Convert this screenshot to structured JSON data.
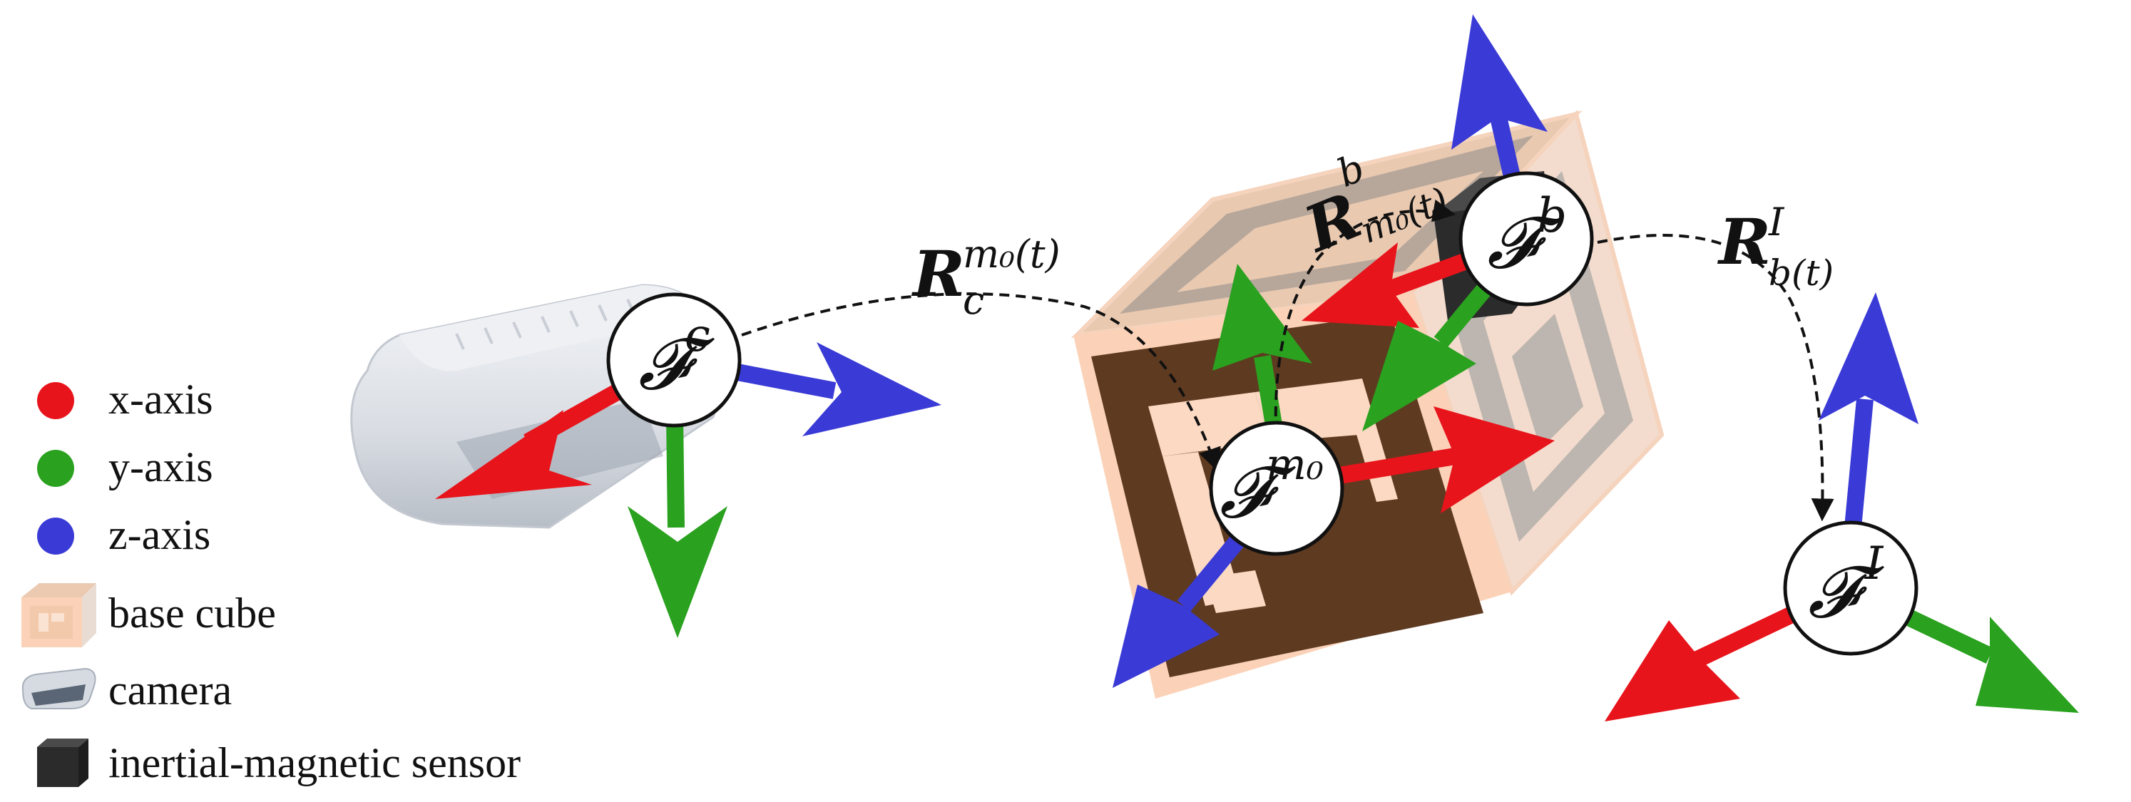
{
  "colors": {
    "x_axis": "#e8141b",
    "y_axis": "#2aa11f",
    "z_axis": "#3a3ad6",
    "cube_face": "#fbd9c2",
    "cube_dark": "#5e3a21",
    "sensor": "#2b2b2b"
  },
  "frames": {
    "camera": {
      "symbol": "𝓕",
      "sup": "c"
    },
    "marker": {
      "symbol": "𝓕",
      "sup": "m₀"
    },
    "body": {
      "symbol": "𝓕",
      "sup": "b"
    },
    "inertial": {
      "symbol": "𝓕",
      "sup": "I"
    }
  },
  "transforms": {
    "camera_to_marker": {
      "base": "R",
      "sub": "c",
      "sup": "m₀(t)"
    },
    "marker_to_body": {
      "base": "R",
      "sub": "m₀(t)",
      "sup": "b"
    },
    "body_to_inertial": {
      "base": "R",
      "sub": "b(t)",
      "sup": "I"
    }
  },
  "legend": [
    {
      "label": "x-axis",
      "icon": "red-dot-icon"
    },
    {
      "label": "y-axis",
      "icon": "green-dot-icon"
    },
    {
      "label": "z-axis",
      "icon": "blue-dot-icon"
    },
    {
      "label": "base cube",
      "icon": "base-cube-icon"
    },
    {
      "label": "camera",
      "icon": "camera-icon"
    },
    {
      "label": "inertial-magnetic sensor",
      "icon": "sensor-cube-icon"
    }
  ]
}
